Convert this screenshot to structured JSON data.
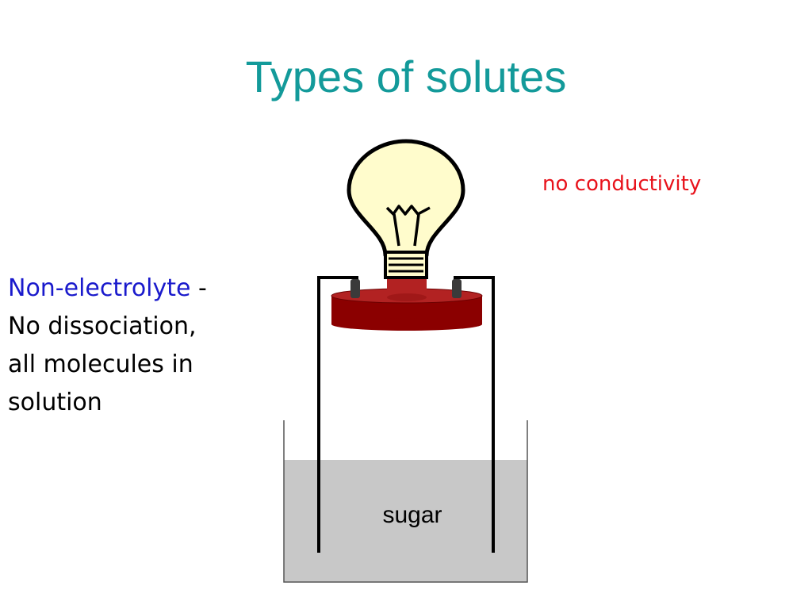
{
  "slide": {
    "title": "Types of solutes",
    "term": "Non-electrolyte",
    "term_separator": " -",
    "description_lines": [
      "No dissociation,",
      "all molecules in",
      "solution"
    ],
    "conductivity_note": "no conductivity",
    "solution_label": "sugar"
  },
  "colors": {
    "title": "#139a9a",
    "term": "#1a1acc",
    "note": "#e8121b",
    "bulb_glass": "#fffccc",
    "stand": "#8b0000",
    "solution": "#c8c8c8"
  },
  "icons": [
    "light-bulb-icon",
    "beaker-icon",
    "electrode-icon"
  ]
}
